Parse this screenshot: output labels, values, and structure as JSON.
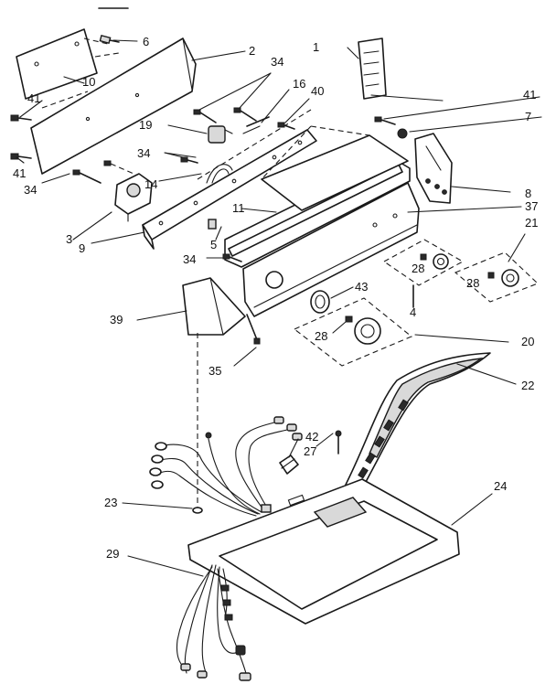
{
  "callouts": [
    {
      "id": "c1",
      "text": "1"
    },
    {
      "id": "c2",
      "text": "2"
    },
    {
      "id": "c3",
      "text": "3"
    },
    {
      "id": "c4",
      "text": "4"
    },
    {
      "id": "c5",
      "text": "5"
    },
    {
      "id": "c6",
      "text": "6"
    },
    {
      "id": "c7",
      "text": "7"
    },
    {
      "id": "c8",
      "text": "8"
    },
    {
      "id": "c9",
      "text": "9"
    },
    {
      "id": "c10",
      "text": "10"
    },
    {
      "id": "c11",
      "text": "11"
    },
    {
      "id": "c14",
      "text": "14"
    },
    {
      "id": "c16",
      "text": "16"
    },
    {
      "id": "c19",
      "text": "19"
    },
    {
      "id": "c20",
      "text": "20"
    },
    {
      "id": "c21",
      "text": "21"
    },
    {
      "id": "c22",
      "text": "22"
    },
    {
      "id": "c23",
      "text": "23"
    },
    {
      "id": "c24",
      "text": "24"
    },
    {
      "id": "c27",
      "text": "27"
    },
    {
      "id": "c28a",
      "text": "28"
    },
    {
      "id": "c28b",
      "text": "28"
    },
    {
      "id": "c28c",
      "text": "28"
    },
    {
      "id": "c29",
      "text": "29"
    },
    {
      "id": "c34a",
      "text": "34"
    },
    {
      "id": "c34b",
      "text": "34"
    },
    {
      "id": "c34c",
      "text": "34"
    },
    {
      "id": "c35",
      "text": "35"
    },
    {
      "id": "c37",
      "text": "37"
    },
    {
      "id": "c39",
      "text": "39"
    },
    {
      "id": "c40",
      "text": "40"
    },
    {
      "id": "c41a",
      "text": "41"
    },
    {
      "id": "c41b",
      "text": "41"
    },
    {
      "id": "c41c",
      "text": "41"
    },
    {
      "id": "c42",
      "text": "42"
    },
    {
      "id": "c43",
      "text": "43"
    }
  ]
}
